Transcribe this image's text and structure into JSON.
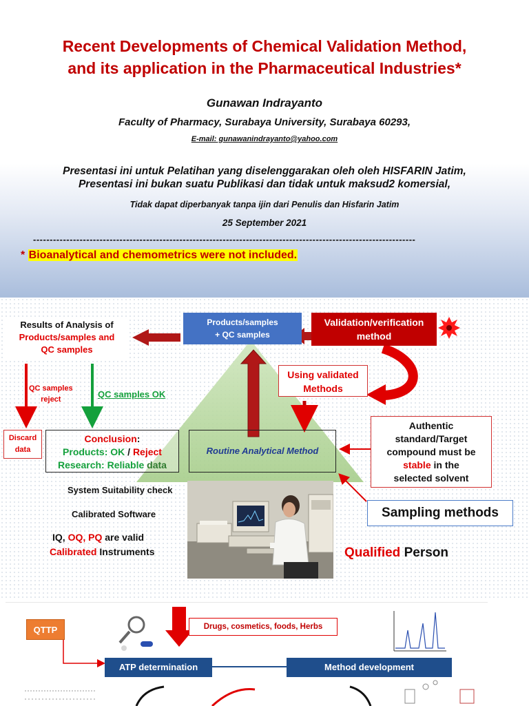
{
  "header": {
    "title_line1": "Recent Developments of Chemical Validation Method,",
    "title_line2": "and its application in the Pharmaceutical Industries*",
    "author": "Gunawan Indrayanto",
    "affiliation": "Faculty of Pharmacy, Surabaya University, Surabaya 60293,",
    "email": "E-mail: gunawanindrayanto@yahoo.com",
    "notice_line1": "Presentasi ini untuk Pelatihan yang diselenggarakan oleh oleh  HISFARIN Jatim,",
    "notice_line2": "Presentasi ini bukan suatu Publikasi dan tidak untuk maksud2 komersial,",
    "notice_line3": "Tidak dapat diperbanyak tanpa ijin dari Penulis dan Hisfarin Jatim",
    "date": "25 September 2021",
    "dashes": "-------------------------------------------------------------------------------------------------------------------",
    "footnote_star": "* ",
    "footnote": "Bioanalytical and chemometrics were not included."
  },
  "diagram": {
    "results": {
      "line1": "Results of Analysis of",
      "line2": "Products/samples and",
      "line3": "QC samples"
    },
    "products": {
      "line1": "Products/samples",
      "line2": "+ QC samples"
    },
    "validation": {
      "line1": "Validation/verification",
      "line2": "method"
    },
    "using": {
      "line1": "Using validated",
      "line2": "Methods"
    },
    "qc_reject": {
      "line1": "QC samples",
      "line2": "reject"
    },
    "qc_ok": "QC samples OK",
    "discard": {
      "line1": "Discard",
      "line2": "data"
    },
    "conclusion": {
      "title": "Conclusion",
      "colon": ":",
      "products_prefix": "Products: ",
      "ok": "OK",
      "slash": " / ",
      "reject": "Reject",
      "research_prefix": "Research: ",
      "reliable": "Reliable",
      "data_word": " data"
    },
    "routine": "Routine Analytical Method",
    "authentic": {
      "line1": "Authentic",
      "line2": "standard/Target",
      "line3": "compound must be",
      "stable": "stable",
      "line4_rest": " in the",
      "line5": "selected  solvent"
    },
    "sampling": "Sampling methods",
    "system_suitability": "System Suitability check",
    "calibrated_software": "Calibrated Software",
    "iq_prefix": "IQ, ",
    "iq_oqpq": "OQ, PQ",
    "iq_suffix": " are valid",
    "calibrated_word": "Calibrated",
    "instruments": " Instruments",
    "qualified": "Qualified",
    "person": " Person"
  },
  "bottom": {
    "qttp": "QTTP",
    "drugs": "Drugs, cosmetics, foods, Herbs",
    "atp": "ATP determination",
    "method_dev": "Method development"
  },
  "colors": {
    "title_red": "#c00000",
    "accent_red": "#e00000",
    "green": "#14a03c",
    "blue_box": "#4472c4",
    "dark_red_box": "#c00000",
    "navy_pill": "#1f4e8c",
    "orange_box": "#ed7d31"
  }
}
